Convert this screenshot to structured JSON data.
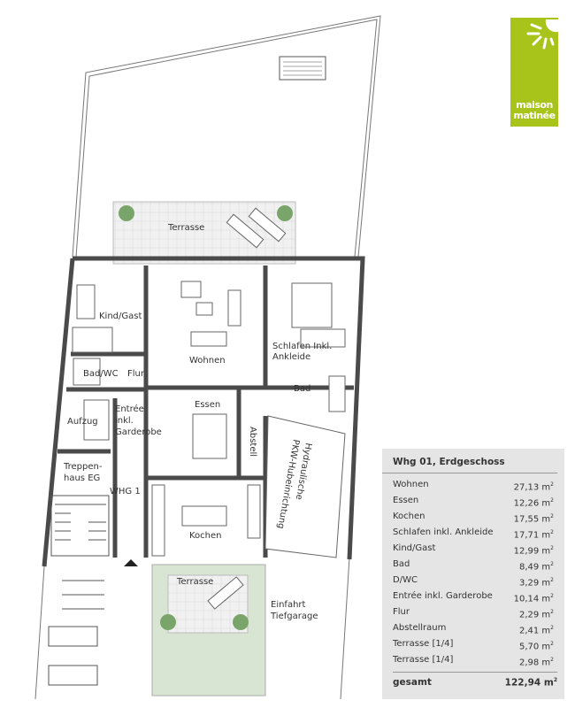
{
  "logo": {
    "line1": "maison",
    "line2": "matinée",
    "color": "#a8c31a"
  },
  "rooms": {
    "terrasse_top": "Terrasse",
    "kind_gast": "Kind/Gast",
    "wohnen": "Wohnen",
    "schlafen_1": "Schlafen Inkl.",
    "schlafen_2": "Ankleide",
    "bad_wc": "Bad/WC",
    "flur": "Flur",
    "bad": "Bad",
    "essen": "Essen",
    "aufzug": "Aufzug",
    "entree_1": "Entrée",
    "entree_2": "inkl.",
    "entree_3": "Garderobe",
    "abstell": "Abstell",
    "hydraulik_1": "Hydraulische",
    "hydraulik_2": "PKW-Hubeinrichtung",
    "treppenhaus_1": "Treppen-",
    "treppenhaus_2": "haus EG",
    "whg": "WHG 1",
    "kochen": "Kochen",
    "terrasse_bottom": "Terrasse",
    "einfahrt_1": "Einfahrt",
    "einfahrt_2": "Tiefgarage"
  },
  "area_table": {
    "title": "Whg 01, Erdgeschoss",
    "unit": "m",
    "rows": [
      {
        "name": "Wohnen",
        "value": "27,13"
      },
      {
        "name": "Essen",
        "value": "12,26"
      },
      {
        "name": "Kochen",
        "value": "17,55"
      },
      {
        "name": "Schlafen inkl. Ankleide",
        "value": "17,71"
      },
      {
        "name": "Kind/Gast",
        "value": "12,99"
      },
      {
        "name": "Bad",
        "value": "8,49"
      },
      {
        "name": "D/WC",
        "value": "3,29"
      },
      {
        "name": "Entrée inkl. Garderobe",
        "value": "10,14"
      },
      {
        "name": "Flur",
        "value": "2,29"
      },
      {
        "name": "Abstellraum",
        "value": "2,41"
      },
      {
        "name": "Terrasse [1/4]",
        "value": "5,70"
      },
      {
        "name": "Terrasse [1/4]",
        "value": "2,98"
      }
    ],
    "total_label": "gesamt",
    "total_value": "122,94"
  }
}
